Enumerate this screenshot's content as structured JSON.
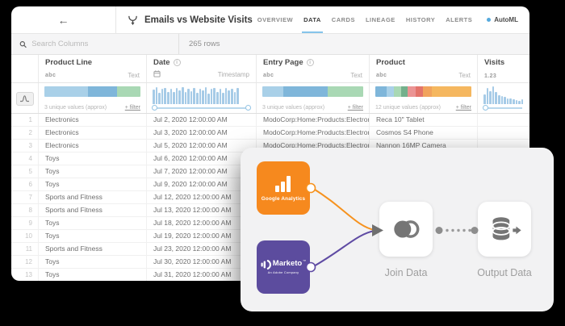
{
  "header": {
    "back_icon": "←",
    "title": "Emails vs Website Visits",
    "tabs": [
      "OVERVIEW",
      "DATA",
      "CARDS",
      "LINEAGE",
      "HISTORY",
      "ALERTS"
    ],
    "active_tab": "DATA",
    "automl_label": "AutoML",
    "automl_dot_color": "#56aadd",
    "active_tab_underline_color": "#85c4ea"
  },
  "toolbar": {
    "search_placeholder": "Search Columns",
    "row_count_label": "265 rows"
  },
  "table": {
    "columns": [
      {
        "name": "Product Line",
        "type_icon": "abc",
        "type_label": "Text",
        "info": false,
        "stats": {
          "kind": "segments",
          "caption": "3 unique values (approx)",
          "filter_label": "+ filter",
          "segments": [
            {
              "color": "#a9d0e8",
              "pct": 45
            },
            {
              "color": "#7fb6da",
              "pct": 31
            },
            {
              "color": "#a9d8b4",
              "pct": 24
            }
          ]
        }
      },
      {
        "name": "Date",
        "type_icon": "calendar",
        "type_label": "Timestamp",
        "info": true,
        "stats": {
          "kind": "histogram",
          "slider": "both",
          "bars": [
            80,
            95,
            62,
            88,
            92,
            70,
            85,
            66,
            90,
            76,
            95,
            68,
            85,
            72,
            90,
            64,
            88,
            78,
            95,
            60,
            85,
            90,
            70,
            86,
            64,
            92,
            76,
            88,
            68,
            90
          ]
        }
      },
      {
        "name": "Entry Page",
        "type_icon": "abc",
        "type_label": "Text",
        "info": true,
        "stats": {
          "kind": "segments",
          "caption": "3 unique values (approx)",
          "filter_label": "+ filter",
          "segments": [
            {
              "color": "#a9d0e8",
              "pct": 21
            },
            {
              "color": "#7fb6da",
              "pct": 44
            },
            {
              "color": "#a9d8b4",
              "pct": 35
            }
          ]
        }
      },
      {
        "name": "Product",
        "type_icon": "abc",
        "type_label": "Text",
        "info": false,
        "stats": {
          "kind": "segments",
          "caption": "12 unique values (approx)",
          "filter_label": "+ filter",
          "segments": [
            {
              "color": "#7fb6da",
              "pct": 12
            },
            {
              "color": "#a9d0e8",
              "pct": 7
            },
            {
              "color": "#a9d8b4",
              "pct": 8
            },
            {
              "color": "#74b08c",
              "pct": 7
            },
            {
              "color": "#eb9494",
              "pct": 8
            },
            {
              "color": "#e3746b",
              "pct": 8
            },
            {
              "color": "#f1a35d",
              "pct": 9
            },
            {
              "color": "#f5b75f",
              "pct": 41
            }
          ]
        }
      },
      {
        "name": "Visits",
        "type_icon": "1.23",
        "type_label": "",
        "info": false,
        "stats": {
          "kind": "histogram",
          "slider": "left",
          "bars": [
            55,
            90,
            75,
            100,
            68,
            52,
            45,
            40,
            34,
            30,
            26,
            22,
            20,
            26,
            16,
            13,
            11,
            17,
            9,
            20,
            14,
            26,
            30,
            24
          ]
        }
      }
    ],
    "rows": [
      {
        "num": "1",
        "cells": [
          "Electronics",
          "Jul 2, 2020 12:00:00 AM",
          "ModoCorp:Home:Products:Electronics",
          "Reca 10\" Tablet",
          ""
        ]
      },
      {
        "num": "2",
        "cells": [
          "Electronics",
          "Jul 3, 2020 12:00:00 AM",
          "ModoCorp:Home:Products:Electronics",
          "Cosmos S4 Phone",
          ""
        ]
      },
      {
        "num": "3",
        "cells": [
          "Electronics",
          "Jul 5, 2020 12:00:00 AM",
          "ModoCorp:Home:Products:Electronics",
          "Nannon 16MP Camera",
          ""
        ]
      },
      {
        "num": "4",
        "cells": [
          "Toys",
          "Jul 6, 2020 12:00:00 AM",
          "",
          "",
          ""
        ]
      },
      {
        "num": "5",
        "cells": [
          "Toys",
          "Jul 7, 2020 12:00:00 AM",
          "",
          "",
          ""
        ]
      },
      {
        "num": "6",
        "cells": [
          "Toys",
          "Jul 9, 2020 12:00:00 AM",
          "",
          "",
          ""
        ]
      },
      {
        "num": "7",
        "cells": [
          "Sports and Fitness",
          "Jul 12, 2020 12:00:00 AM",
          "",
          "",
          ""
        ]
      },
      {
        "num": "8",
        "cells": [
          "Sports and Fitness",
          "Jul 13, 2020 12:00:00 AM",
          "",
          "",
          ""
        ]
      },
      {
        "num": "9",
        "cells": [
          "Toys",
          "Jul 18, 2020 12:00:00 AM",
          "",
          "",
          ""
        ]
      },
      {
        "num": "10",
        "cells": [
          "Toys",
          "Jul 19, 2020 12:00:00 AM",
          "",
          "",
          ""
        ]
      },
      {
        "num": "11",
        "cells": [
          "Sports and Fitness",
          "Jul 23, 2020 12:00:00 AM",
          "",
          "",
          ""
        ]
      },
      {
        "num": "12",
        "cells": [
          "Toys",
          "Jul 30, 2020 12:00:00 AM",
          "",
          "",
          ""
        ]
      },
      {
        "num": "13",
        "cells": [
          "Toys",
          "Jul 31, 2020 12:00:00 AM",
          "",
          "",
          ""
        ]
      }
    ]
  },
  "flow": {
    "google_analytics_label": "Google Analytics",
    "google_analytics_color": "#f6891e",
    "marketo_label": "Marketo",
    "marketo_tm": "™",
    "marketo_sublabel": "An Adobe Company",
    "marketo_color": "#5c4c9e",
    "join_label": "Join Data",
    "output_label": "Output Data",
    "wire_orange": "#f6921e",
    "wire_purple": "#5f4ba3",
    "wire_neutral": "#8d8d8d"
  }
}
